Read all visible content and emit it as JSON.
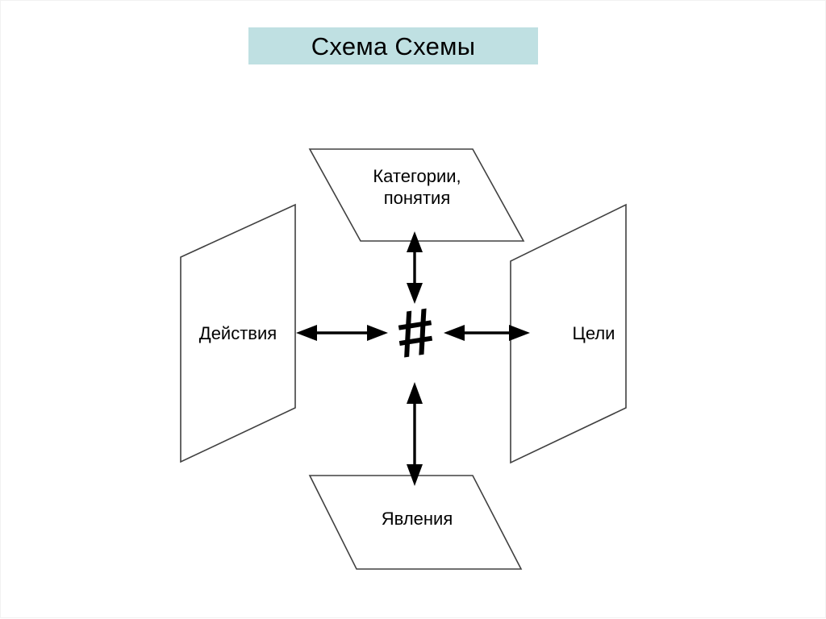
{
  "slide": {
    "background_color": "#ffffff",
    "title": {
      "text": "Схема Схемы",
      "band_color": "#bfe0e2",
      "text_color": "#000000"
    }
  },
  "diagram": {
    "type": "radial-four-node",
    "center": {
      "symbol": "#",
      "semantic": "hash-grid-symbol",
      "description": "Схема"
    },
    "nodes": [
      {
        "id": "top",
        "label": "Категории,\nпонятия",
        "shape": "parallelogram",
        "position": "top",
        "fill": "#ffffff",
        "stroke": "#404040"
      },
      {
        "id": "right",
        "label": "Цели",
        "shape": "parallelogram-vertical",
        "position": "right",
        "fill": "#ffffff",
        "stroke": "#404040"
      },
      {
        "id": "bottom",
        "label": "Явления",
        "shape": "parallelogram",
        "position": "bottom",
        "fill": "#ffffff",
        "stroke": "#404040"
      },
      {
        "id": "left",
        "label": "Действия",
        "shape": "parallelogram-vertical",
        "position": "left",
        "fill": "#ffffff",
        "stroke": "#404040"
      }
    ],
    "connectors": [
      {
        "id": "center-top",
        "from": "center",
        "to": "top",
        "style": "double-arrow",
        "orientation": "vertical",
        "color": "#000000"
      },
      {
        "id": "center-right",
        "from": "center",
        "to": "right",
        "style": "double-arrow",
        "orientation": "horizontal",
        "color": "#000000"
      },
      {
        "id": "center-bottom",
        "from": "center",
        "to": "bottom",
        "style": "double-arrow",
        "orientation": "vertical",
        "color": "#000000"
      },
      {
        "id": "center-left",
        "from": "center",
        "to": "left",
        "style": "double-arrow",
        "orientation": "horizontal",
        "color": "#000000"
      }
    ]
  }
}
